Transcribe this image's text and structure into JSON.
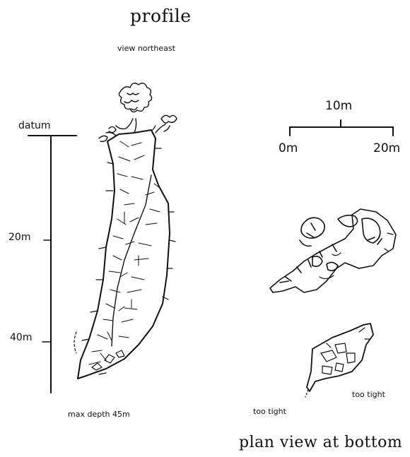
{
  "profile": {
    "title": "profile",
    "subtitle": "view northeast",
    "datum_label": "datum",
    "depth_20_label": "20m",
    "depth_40_label": "40m",
    "max_depth_label": "max depth 45m"
  },
  "scale_bar": {
    "mid_label": "10m",
    "start_label": "0m",
    "end_label": "20m"
  },
  "plan": {
    "title": "plan view at bottom",
    "too_tight_right": "too tight",
    "too_tight_left": "too tight"
  }
}
